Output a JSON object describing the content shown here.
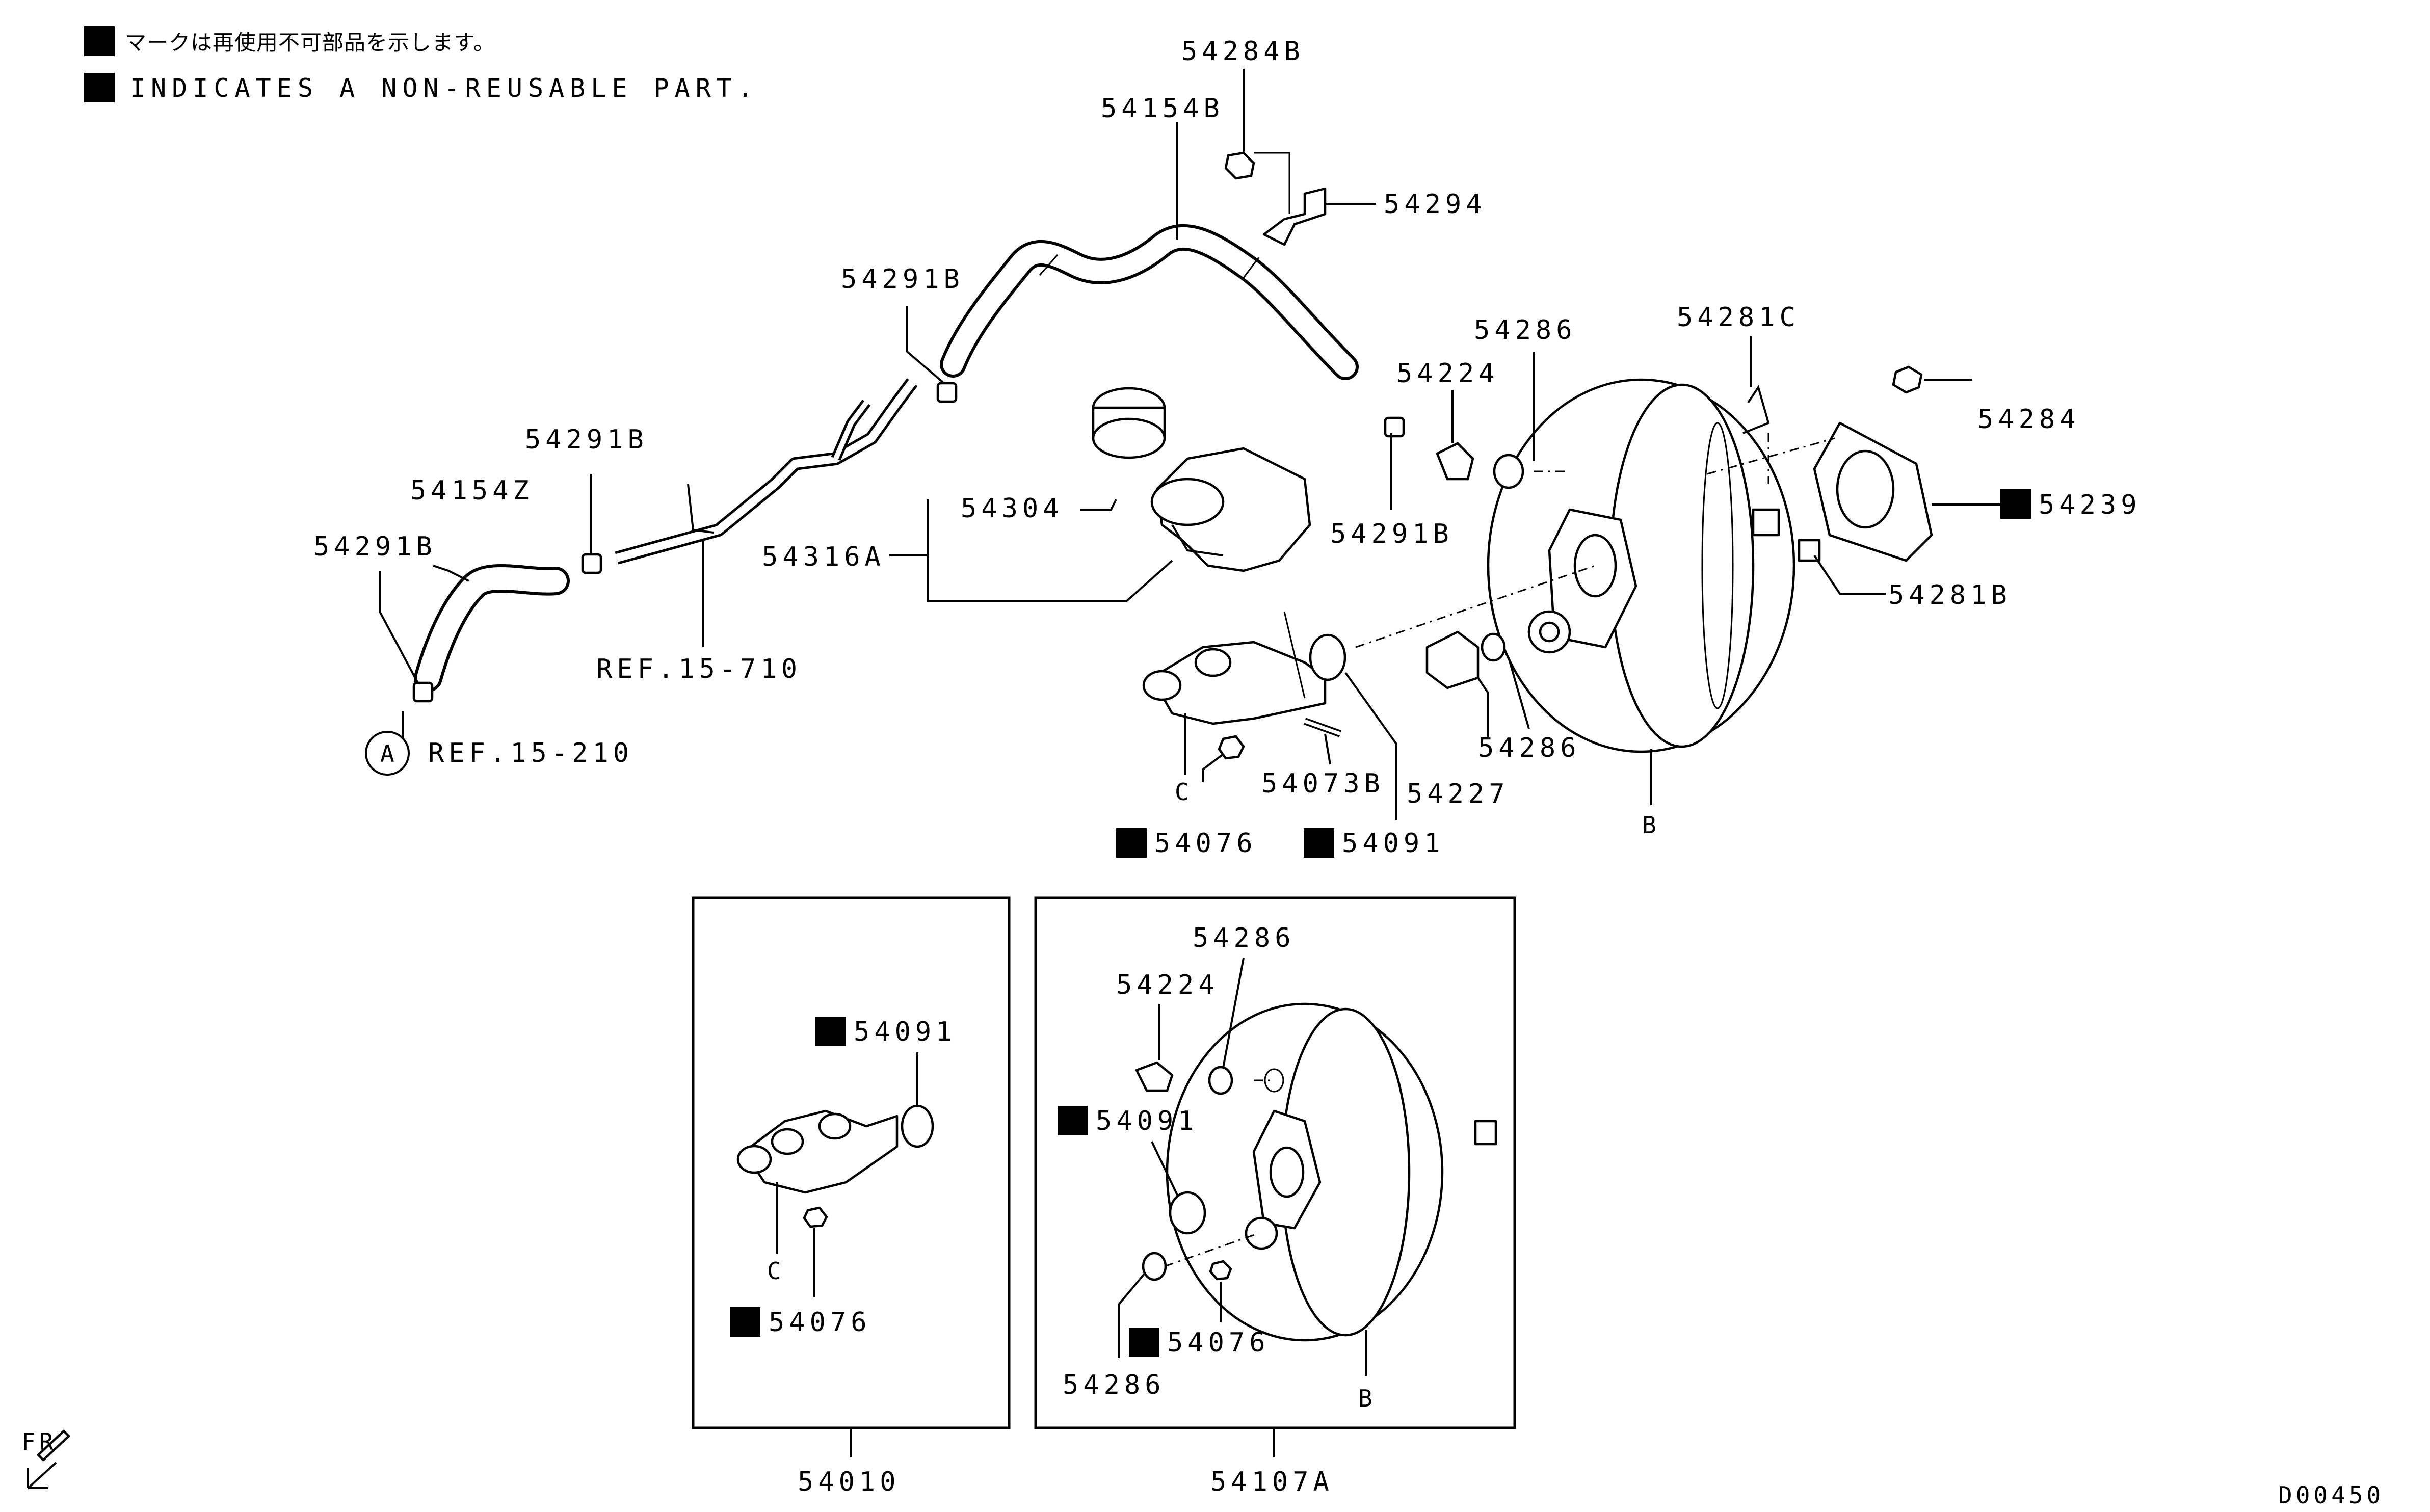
{
  "legend": {
    "symbol": "N",
    "japanese": "マークは再使用不可部品を示します。",
    "english": "INDICATES A NON-REUSABLE PART."
  },
  "labels": {
    "p54284B": "54284B",
    "p54154B": "54154B",
    "p54294": "54294",
    "p54291B_top": "54291B",
    "p54286_top": "54286",
    "p54224_top": "54224",
    "p54281C": "54281C",
    "p54284": "54284",
    "p54239": "54239",
    "p54291B_mid": "54291B",
    "p54154Z": "54154Z",
    "p54291B_left": "54291B",
    "p54304": "54304",
    "p54316A": "54316A",
    "p54291B_right": "54291B",
    "p54281B": "54281B",
    "ref_15_710": "REF.15-710",
    "ref_15_210": "REF.15-210",
    "circle_A": "A",
    "p54286_right": "54286",
    "p54227": "54227",
    "p54073B": "54073B",
    "c_top": "C",
    "p54076_top": "54076",
    "p54091_top": "54091",
    "b_top": "B",
    "box1_p54091": "54091",
    "box1_c": "C",
    "box1_p54076": "54076",
    "box1_assembly": "54010",
    "box2_p54286a": "54286",
    "box2_p54224": "54224",
    "box2_p54091": "54091",
    "box2_p54076": "54076",
    "box2_p54286b": "54286",
    "box2_b": "B",
    "box2_assembly": "54107A",
    "fr": "FR",
    "diagram_code": "D00450"
  },
  "icons": {
    "non_reusable": "n-square-icon",
    "front_direction": "fr-arrow-icon"
  },
  "colors": {
    "ink": "#000000",
    "paper": "#ffffff"
  }
}
